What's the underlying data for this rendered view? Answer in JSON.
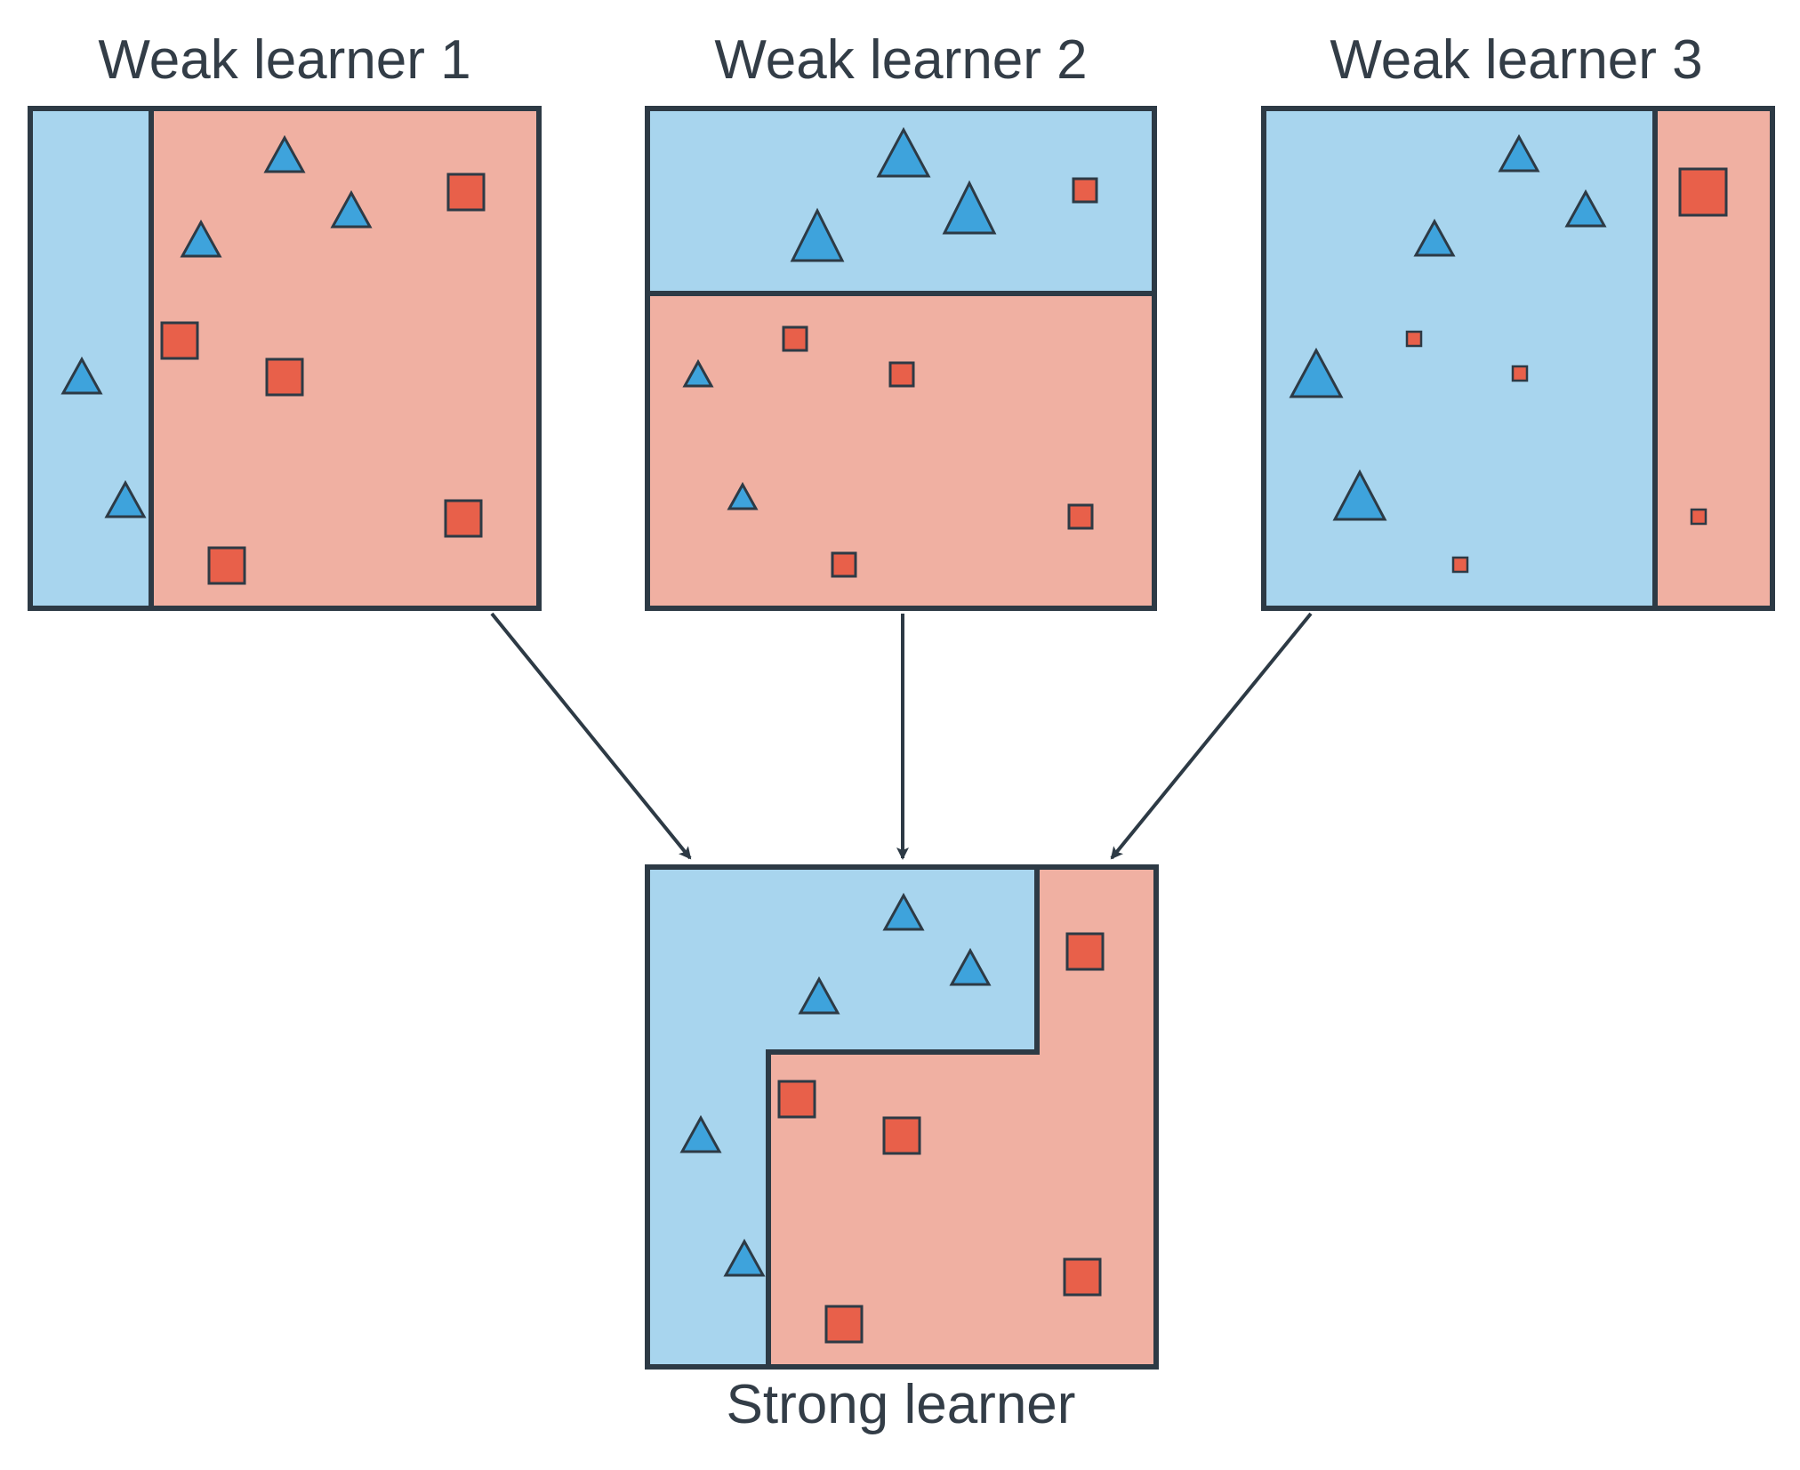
{
  "labels": {
    "weak1": "Weak learner 1",
    "weak2": "Weak learner 2",
    "weak3": "Weak learner 3",
    "strong": "Strong learner"
  },
  "colors": {
    "blue_region": "#a8d5ee",
    "red_region": "#f0b0a2",
    "blue_marker": "#3ea3dc",
    "red_marker": "#e8604a",
    "outline": "#2d3a45",
    "text": "#333d47"
  },
  "legend_free_classes": [
    "triangle",
    "square"
  ]
}
